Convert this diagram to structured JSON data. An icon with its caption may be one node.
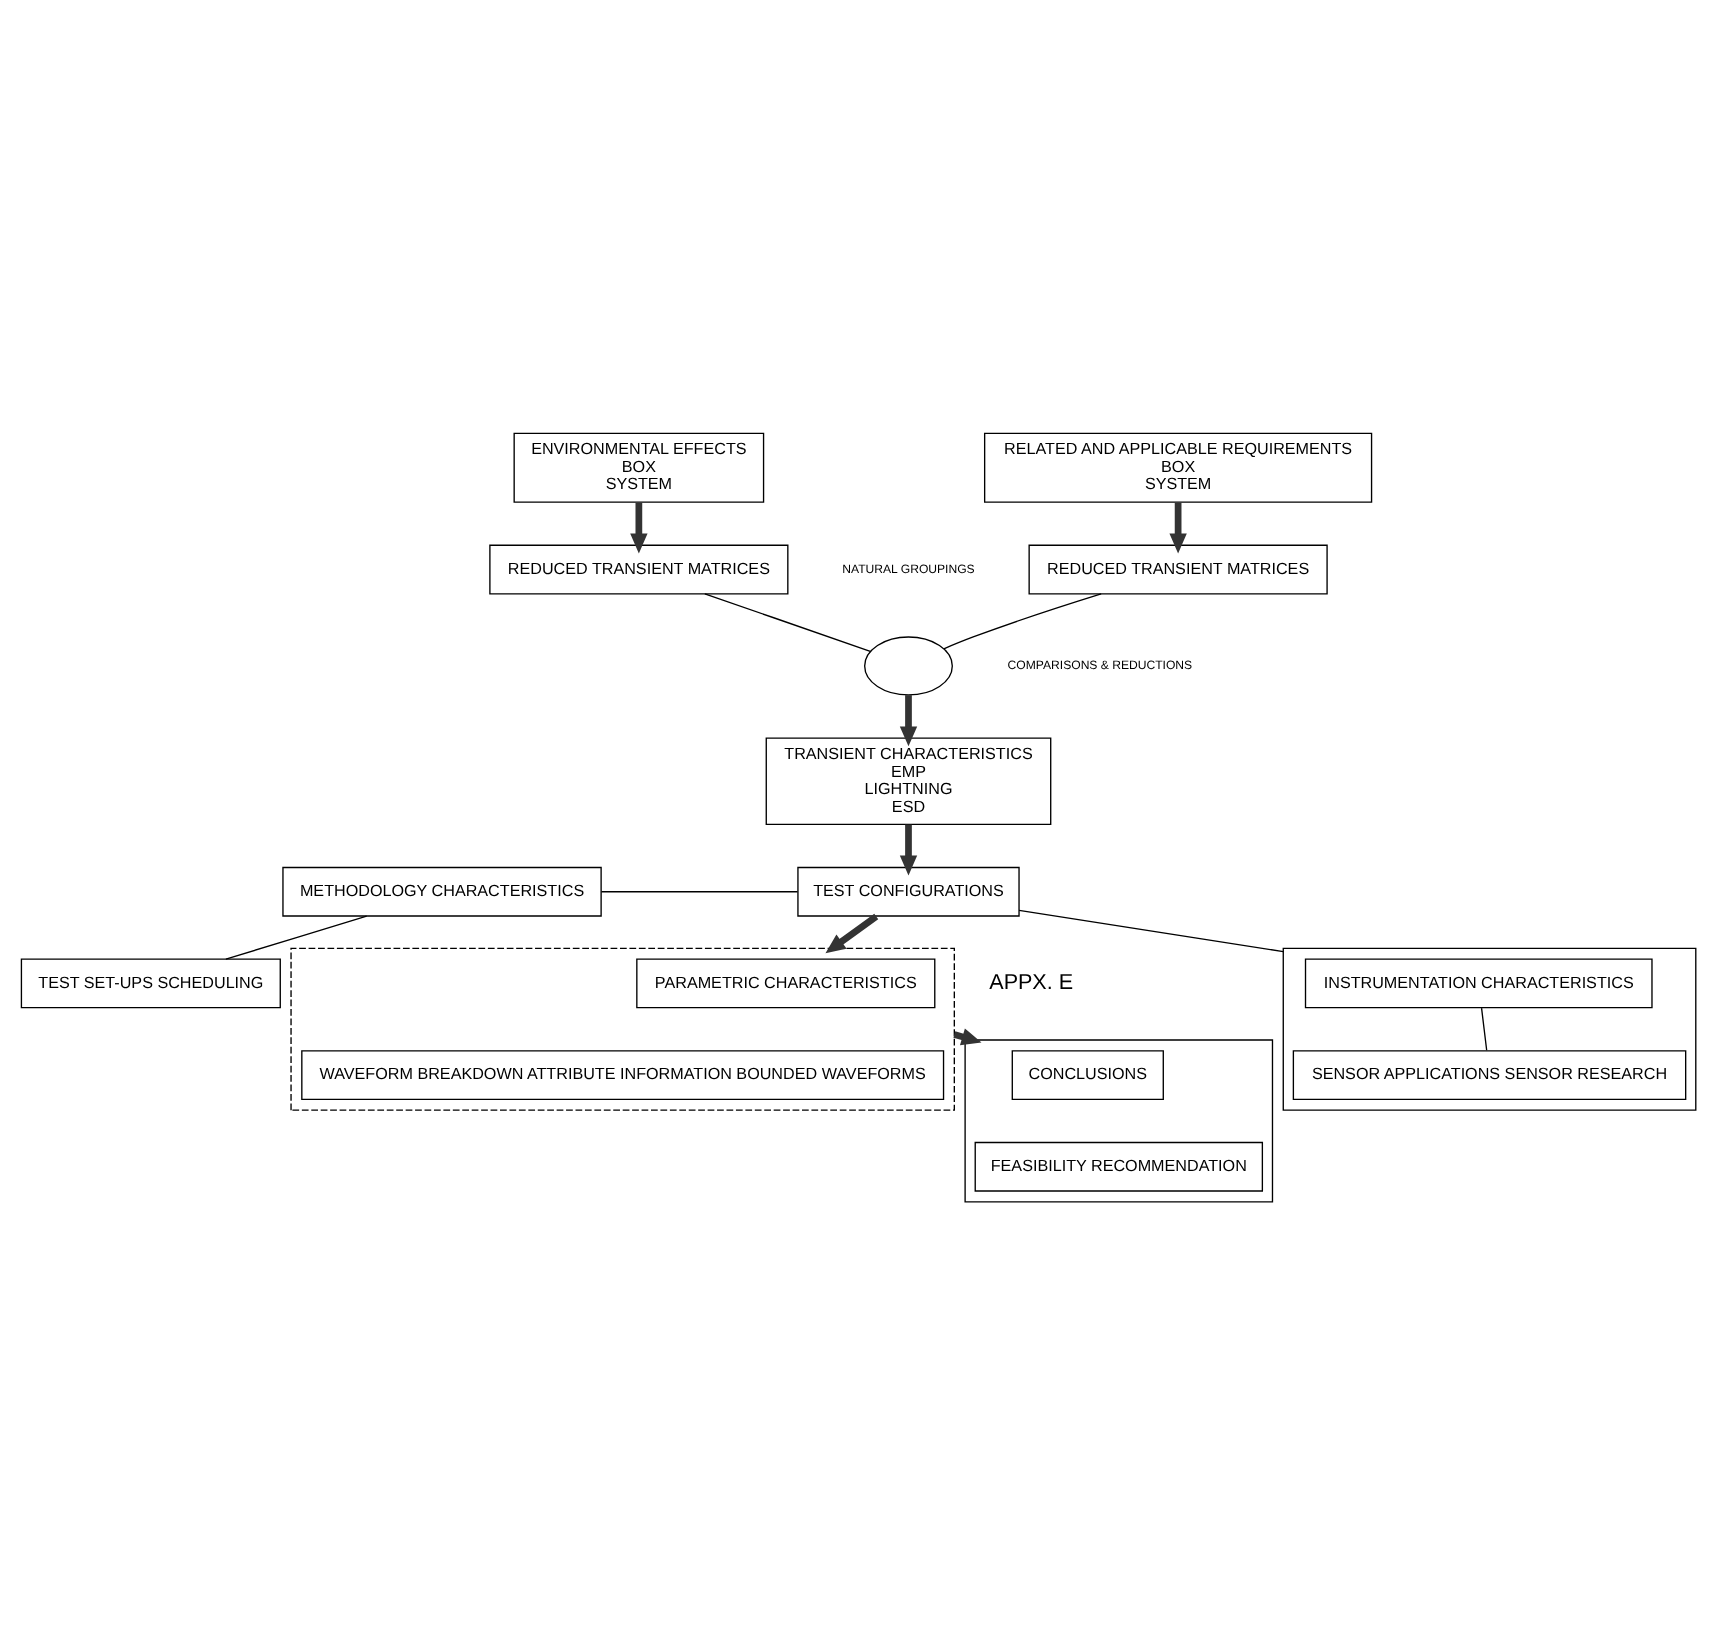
{
  "diagram": {
    "nodes": [
      {
        "text": [
          "ENVIRONMENTAL EFFECTS",
          "BOX",
          "SYSTEM"
        ]
      },
      {
        "text": [
          "RELATED AND APPLICABLE REQUIREMENTS",
          "BOX",
          "SYSTEM"
        ]
      },
      {
        "text": [
          "REDUCED TRANSIENT MATRICES"
        ]
      },
      {
        "text": [
          "REDUCED TRANSIENT MATRICES"
        ]
      },
      {
        "text": [],
        "shape": "circle"
      },
      {
        "text": [
          "TRANSIENT CHARACTERISTICS",
          "EMP",
          "LIGHTNING",
          "ESD"
        ]
      },
      {
        "text": [
          "METHODOLOGY CHARACTERISTICS"
        ]
      },
      {
        "text": [
          "TEST SET-UPS SCHEDULING"
        ]
      },
      {
        "text": [
          "TEST CONFIGURATIONS"
        ]
      },
      {
        "text": [],
        "shape": "box"
      },
      {
        "text": [
          "INSTRUMENTATION CHARACTERISTICS"
        ],
        "in": 9
      },
      {
        "text": [
          "SENSOR APPLICATIONS SENSOR RESEARCH"
        ],
        "in": 9
      },
      {
        "text": [],
        "shape": "box",
        "beside": [
          "APPX. E"
        ]
      },
      {
        "text": [
          "PARAMETRIC CHARACTERISTICS"
        ],
        "in": 12
      },
      {
        "text": [
          "WAVEFORM BREAKDOWN ATTRIBUTE INFORMATION BOUNDED WAVEFORMS"
        ],
        "in": 12
      },
      {
        "text": [],
        "shape": "box"
      },
      {
        "text": [
          "CONCLUSIONS"
        ],
        "in": 15
      },
      {
        "text": [
          "FEASIBILITY RECOMMENDATION"
        ],
        "in": 15
      }
    ],
    "edges": [
      {
        "from": 0,
        "to": 2,
        "arrow": "to",
        "style": "thick"
      },
      {
        "from": 1,
        "to": 3,
        "arrow": "to",
        "style": "thick"
      },
      {
        "from": 2,
        "to": 4,
        "arrow": "none"
      },
      {
        "from": 3,
        "to": 4,
        "arrow": "none"
      },
      {
        "from": 4,
        "to": 5,
        "arrow": "to",
        "style": "thick"
      },
      {
        "from": 5,
        "to": 8,
        "arrow": "to",
        "style": "thick"
      },
      {
        "from": 6,
        "to": 8,
        "arrow": "none"
      },
      {
        "from": 6,
        "to": 7,
        "arrow": "none"
      },
      {
        "from": 8,
        "to": 9,
        "arrow": "none"
      },
      {
        "from": 10,
        "to": 11,
        "arrow": "none"
      },
      {
        "from": 8,
        "to": 12,
        "arrow": "to",
        "style": "thick"
      },
      {
        "from": 12,
        "to": 15,
        "arrow": "to",
        "style": "thick"
      }
    ],
    "labels": [
      "NATURAL GROUPINGS",
      "COMPARISONS & REDUCTIONS"
    ]
  }
}
